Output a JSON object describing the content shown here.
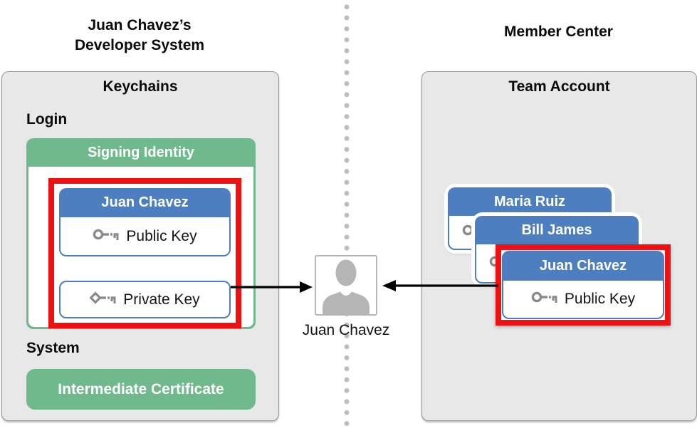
{
  "diagram": {
    "left_heading": {
      "line1": "Juan Chavez’s",
      "line2": "Developer System"
    },
    "right_heading": "Member Center",
    "developer_system": {
      "title": "Keychains",
      "login_keychain": {
        "label": "Login",
        "signing_identity": {
          "title": "Signing Identity",
          "certificate": {
            "name": "Juan Chavez",
            "public_key_label": "Public Key",
            "private_key_label": "Private Key"
          }
        }
      },
      "system_keychain": {
        "label": "System",
        "certificate_label": "Intermediate Certificate"
      }
    },
    "member": {
      "name": "Juan Chavez"
    },
    "member_center": {
      "title": "Team Account",
      "cards": [
        {
          "name": "Maria Ruiz"
        },
        {
          "name": "Bill James"
        },
        {
          "name": "Juan Chavez",
          "key_label": "Public Key"
        }
      ]
    },
    "icons": {
      "public_key": "public-key-icon",
      "private_key": "private-key-icon",
      "person": "person-icon"
    },
    "colors": {
      "panel_bg": "#e8e8e8",
      "panel_border": "#999999",
      "green": "#6fb98c",
      "blue": "#4d7fc0",
      "red": "#ee1111",
      "key_gray": "#8a8a8a",
      "person_gray": "#b5b5b5",
      "dot_gray": "#bdbdbd"
    }
  }
}
